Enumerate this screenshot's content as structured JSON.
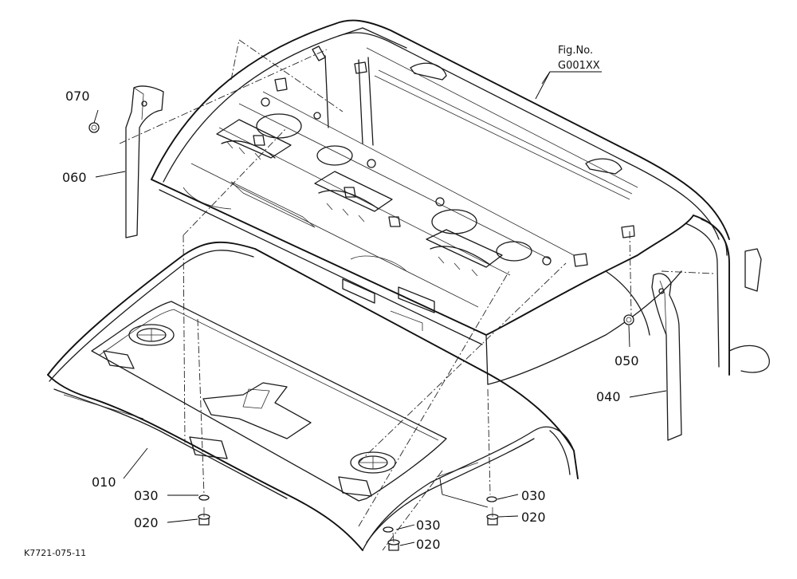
{
  "figure": {
    "fig_no_label": "Fig.No.",
    "fig_no_value": "G001XX",
    "drawing_code": "K7721-075-11"
  },
  "callouts": [
    {
      "id": "070",
      "text": "070"
    },
    {
      "id": "060",
      "text": "060"
    },
    {
      "id": "050",
      "text": "050"
    },
    {
      "id": "040",
      "text": "040"
    },
    {
      "id": "010",
      "text": "010"
    },
    {
      "id": "030a",
      "text": "030"
    },
    {
      "id": "020a",
      "text": "020"
    },
    {
      "id": "030b",
      "text": "030"
    },
    {
      "id": "020b",
      "text": "020"
    },
    {
      "id": "030c",
      "text": "030"
    },
    {
      "id": "020c",
      "text": "020"
    }
  ]
}
